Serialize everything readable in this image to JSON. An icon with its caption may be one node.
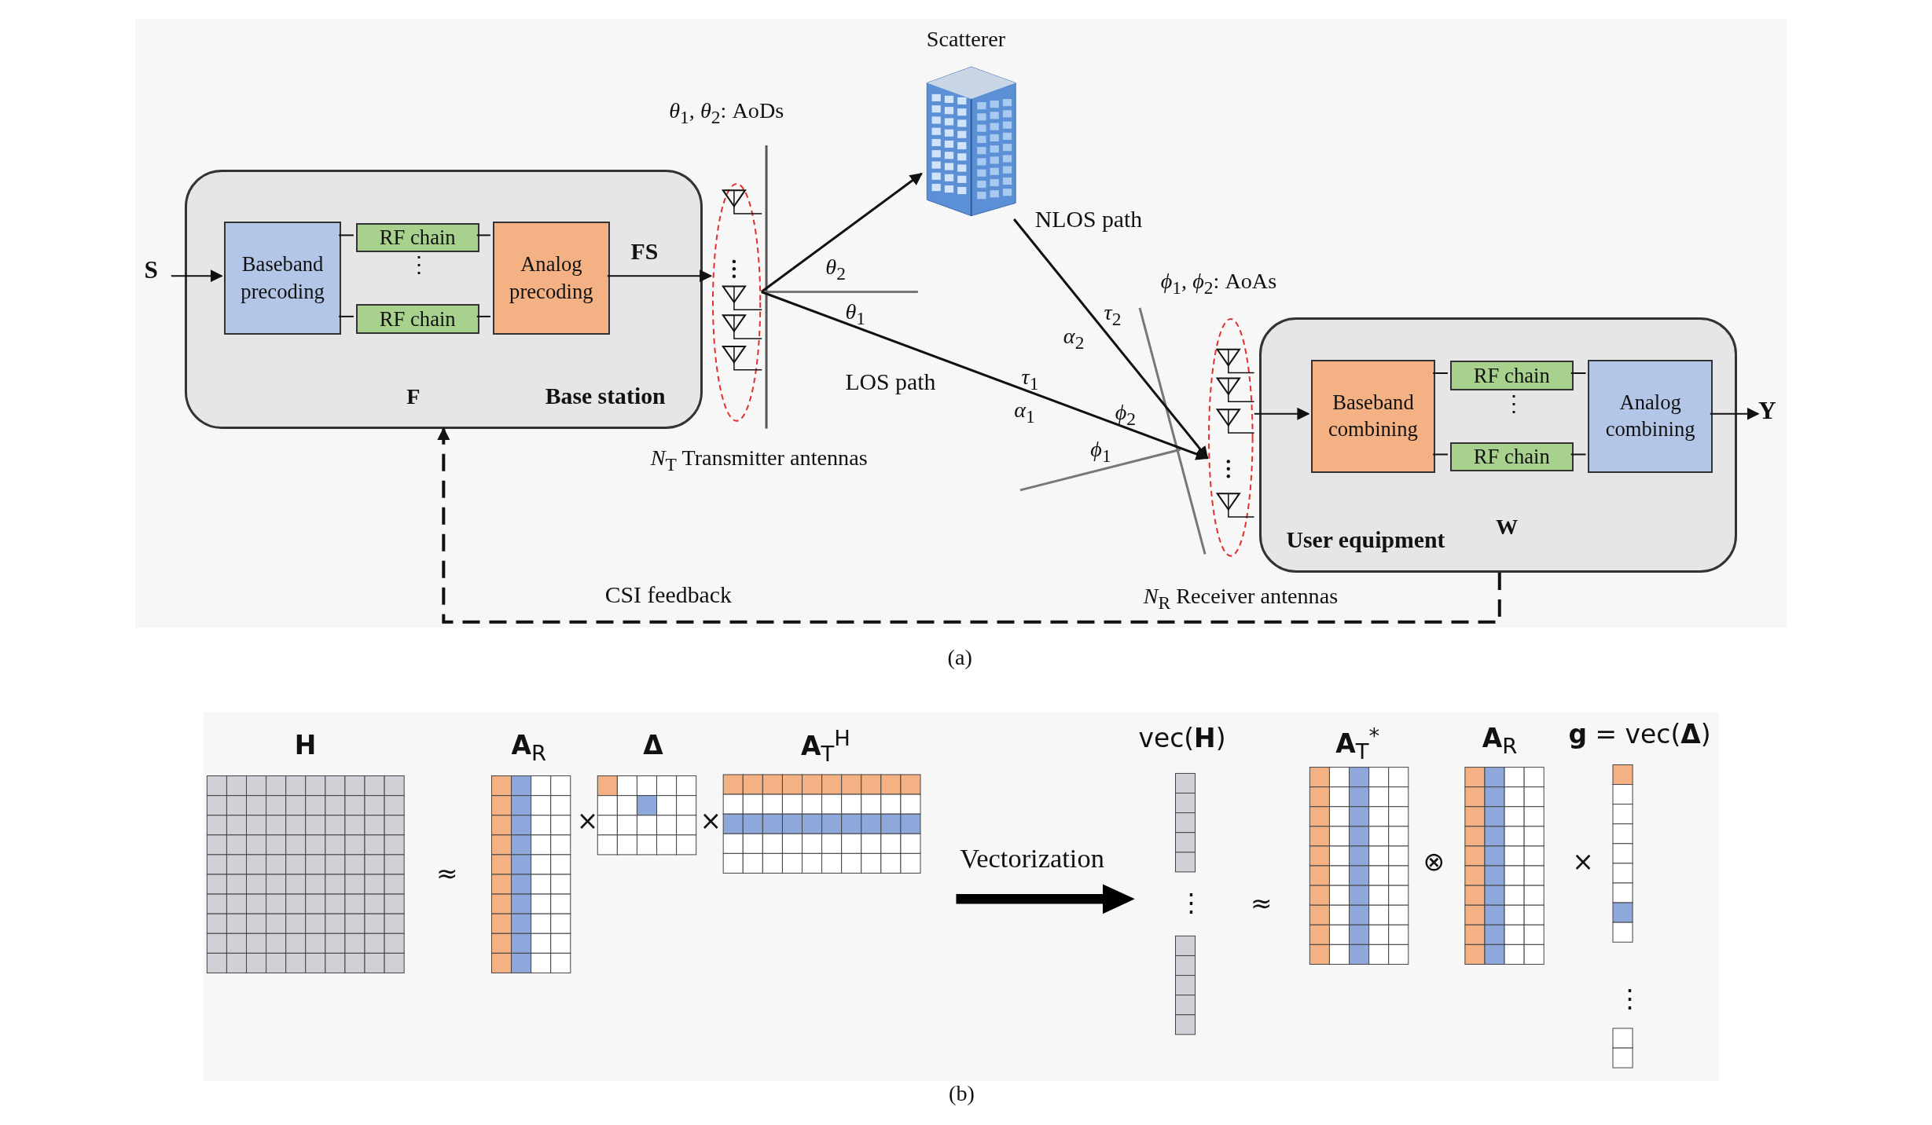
{
  "diagram": {
    "nodes": [
      {
        "text": [
          "Base station"
        ]
      },
      {
        "text": [
          "Baseband precoding"
        ],
        "in": 0
      },
      {
        "text": [
          "RF chain"
        ],
        "in": 0
      },
      {
        "text": [
          "RF chain"
        ],
        "in": 0
      },
      {
        "text": [
          "Analog precoding"
        ],
        "in": 0
      },
      {
        "text": [],
        "shape": "picture",
        "beside": [
          "*N*$_{T}$ Transmitter antennas"
        ]
      },
      {
        "text": [],
        "shape": "picture",
        "beside": [
          "Scatterer"
        ]
      },
      {
        "text": [],
        "shape": "picture",
        "beside": [
          "*N*$_{R}$ Receiver antennas"
        ]
      },
      {
        "text": [
          "User equipment"
        ]
      },
      {
        "text": [
          "Baseband combining"
        ],
        "in": 8
      },
      {
        "text": [
          "RF chain"
        ],
        "in": 8
      },
      {
        "text": [
          "RF chain"
        ],
        "in": 8
      },
      {
        "text": [
          "Analog combining"
        ],
        "in": 8
      },
      {
        "text": [
          "S"
        ]
      },
      {
        "text": [
          "Y"
        ]
      }
    ],
    "edges": [
      {
        "from": 13,
        "to": 1,
        "arrow": "to"
      },
      {
        "from": 1,
        "to": 2,
        "arrow": "none"
      },
      {
        "from": 1,
        "to": 3,
        "arrow": "none"
      },
      {
        "from": 2,
        "to": 4,
        "arrow": "none"
      },
      {
        "from": 3,
        "to": 4,
        "arrow": "none"
      },
      {
        "from": 4,
        "to": 5,
        "arrow": "to",
        "label": "FS"
      },
      {
        "from": 5,
        "to": 6,
        "arrow": "to"
      },
      {
        "from": 6,
        "to": 7,
        "arrow": "to",
        "label": "NLOS path"
      },
      {
        "from": 5,
        "to": 7,
        "arrow": "to",
        "label": "LOS path"
      },
      {
        "from": 7,
        "to": 9,
        "arrow": "to"
      },
      {
        "from": 9,
        "to": 10,
        "arrow": "none"
      },
      {
        "from": 9,
        "to": 11,
        "arrow": "none"
      },
      {
        "from": 10,
        "to": 12,
        "arrow": "none"
      },
      {
        "from": 11,
        "to": 12,
        "arrow": "none"
      },
      {
        "from": 12,
        "to": 14,
        "arrow": "to"
      },
      {
        "from": 8,
        "to": 0,
        "arrow": "to",
        "label": "CSI feedback",
        "style": "dashed"
      }
    ],
    "labels": [
      "*θ*$_{1}$, *θ*$_{2}$: AoDs",
      "*θ*$_{2}$",
      "*θ*$_{1}$",
      "*ϕ*$_{1}$, *ϕ*$_{2}$: AoAs",
      "*τ*$_{2}$",
      "*α*$_{2}$",
      "*τ*$_{1}$",
      "*α*$_{1}$",
      "*ϕ*$_{2}$",
      "*ϕ*$_{1}$",
      "⋮",
      "F",
      "⋮",
      "W",
      "(a)",
      "H",
      "≈",
      "**A**$_{R}$",
      "×",
      "Δ",
      "×",
      "**A**$_{T}$$^{H}$",
      "Vectorization",
      "vec(**H**)",
      "⋮",
      "≈",
      "**A**$_{T}$$^{*}$",
      "⊗",
      "**A**$_{R}$",
      "×",
      "**g** = vec(**Δ**)",
      "⋮",
      "(b)"
    ]
  }
}
